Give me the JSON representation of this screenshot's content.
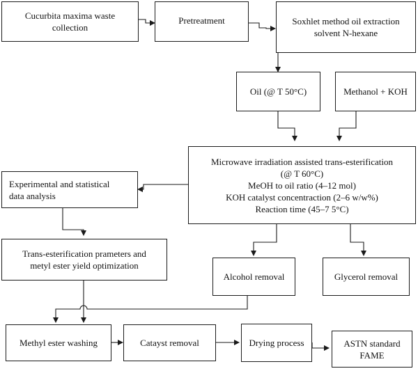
{
  "nodes": {
    "collection": {
      "lines": [
        "Cucurbita maxima waste",
        "collection"
      ]
    },
    "pretreatment": {
      "lines": [
        "Pretreatment"
      ]
    },
    "soxhlet": {
      "lines": [
        "Soxhlet method oil extraction",
        "solvent N-hexane"
      ]
    },
    "oil": {
      "lines": [
        "Oil (@ T 50°C)"
      ]
    },
    "methanol": {
      "lines": [
        "Methanol + KOH"
      ]
    },
    "microwave": {
      "lines": [
        "Microwave irradiation assisted trans-esterification",
        "(@ T 60°C)",
        "MeOH to oil ratio (4–12 mol)",
        "KOH catalyst concentraction (2–6 w/w%)",
        "Reaction time (45–7 5°C)"
      ]
    },
    "analysis": {
      "lines": [
        "Experimental and statistical",
        "data analysis"
      ]
    },
    "optimization": {
      "lines": [
        "Trans-esterification prameters and",
        "metyl ester yield optimization"
      ]
    },
    "alcohol": {
      "lines": [
        "Alcohol removal"
      ]
    },
    "glycerol": {
      "lines": [
        "Glycerol removal"
      ]
    },
    "washing": {
      "lines": [
        "Methyl ester washing"
      ]
    },
    "catalyst": {
      "lines": [
        "Catayst removal"
      ]
    },
    "drying": {
      "lines": [
        "Drying process"
      ]
    },
    "fame": {
      "lines": [
        "ASTN standard",
        "FAME"
      ]
    }
  }
}
